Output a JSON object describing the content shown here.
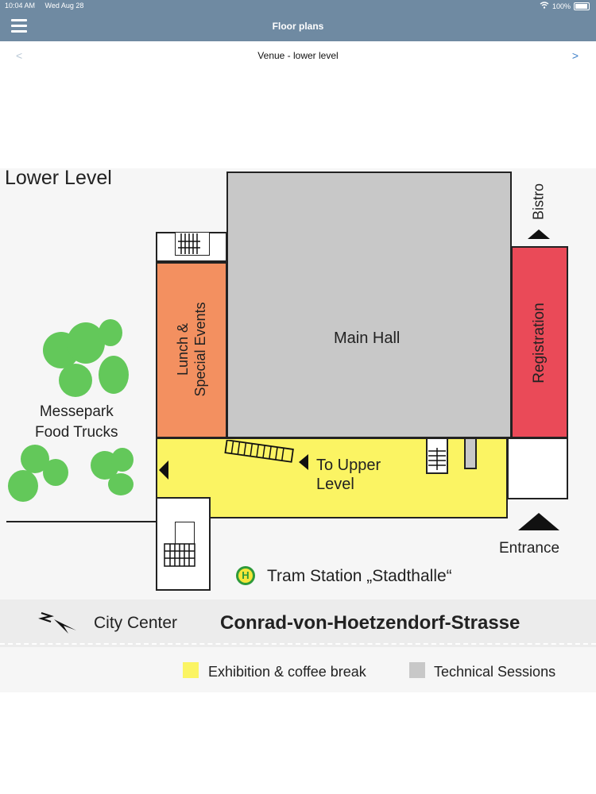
{
  "status": {
    "time": "10:04 AM",
    "date": "Wed Aug 28",
    "battery": "100%"
  },
  "nav": {
    "title": "Floor plans",
    "menu_icon": "hamburger-icon"
  },
  "pager": {
    "prev": "<",
    "next": ">",
    "title": "Venue - lower level"
  },
  "map": {
    "level_title": "Lower Level",
    "main_hall": "Main Hall",
    "registration": "Registration",
    "bistro": "Bistro",
    "lunch_line1": "Lunch &",
    "lunch_line2": "Special Events",
    "food_line1": "Messepark",
    "food_line2": "Food Trucks",
    "upper_line1": "To Upper",
    "upper_line2": "Level",
    "entrance": "Entrance",
    "tram_symbol": "H",
    "tram": "Tram Station „Stadthalle“",
    "city_center": "City Center",
    "street": "Conrad-von-Hoetzendorf-Strasse"
  },
  "legend": [
    {
      "label": "Exhibition & coffee break",
      "color": "#fbf463"
    },
    {
      "label": "Technical Sessions",
      "color": "#c8c8c8"
    }
  ],
  "colors": {
    "navbar": "#6f8aa2",
    "main_hall": "#c8c8c8",
    "registration": "#ea4a58",
    "lunch": "#f39060",
    "exhibition": "#fbf463",
    "trees": "#63c85a",
    "tram": "#f5e63a"
  }
}
